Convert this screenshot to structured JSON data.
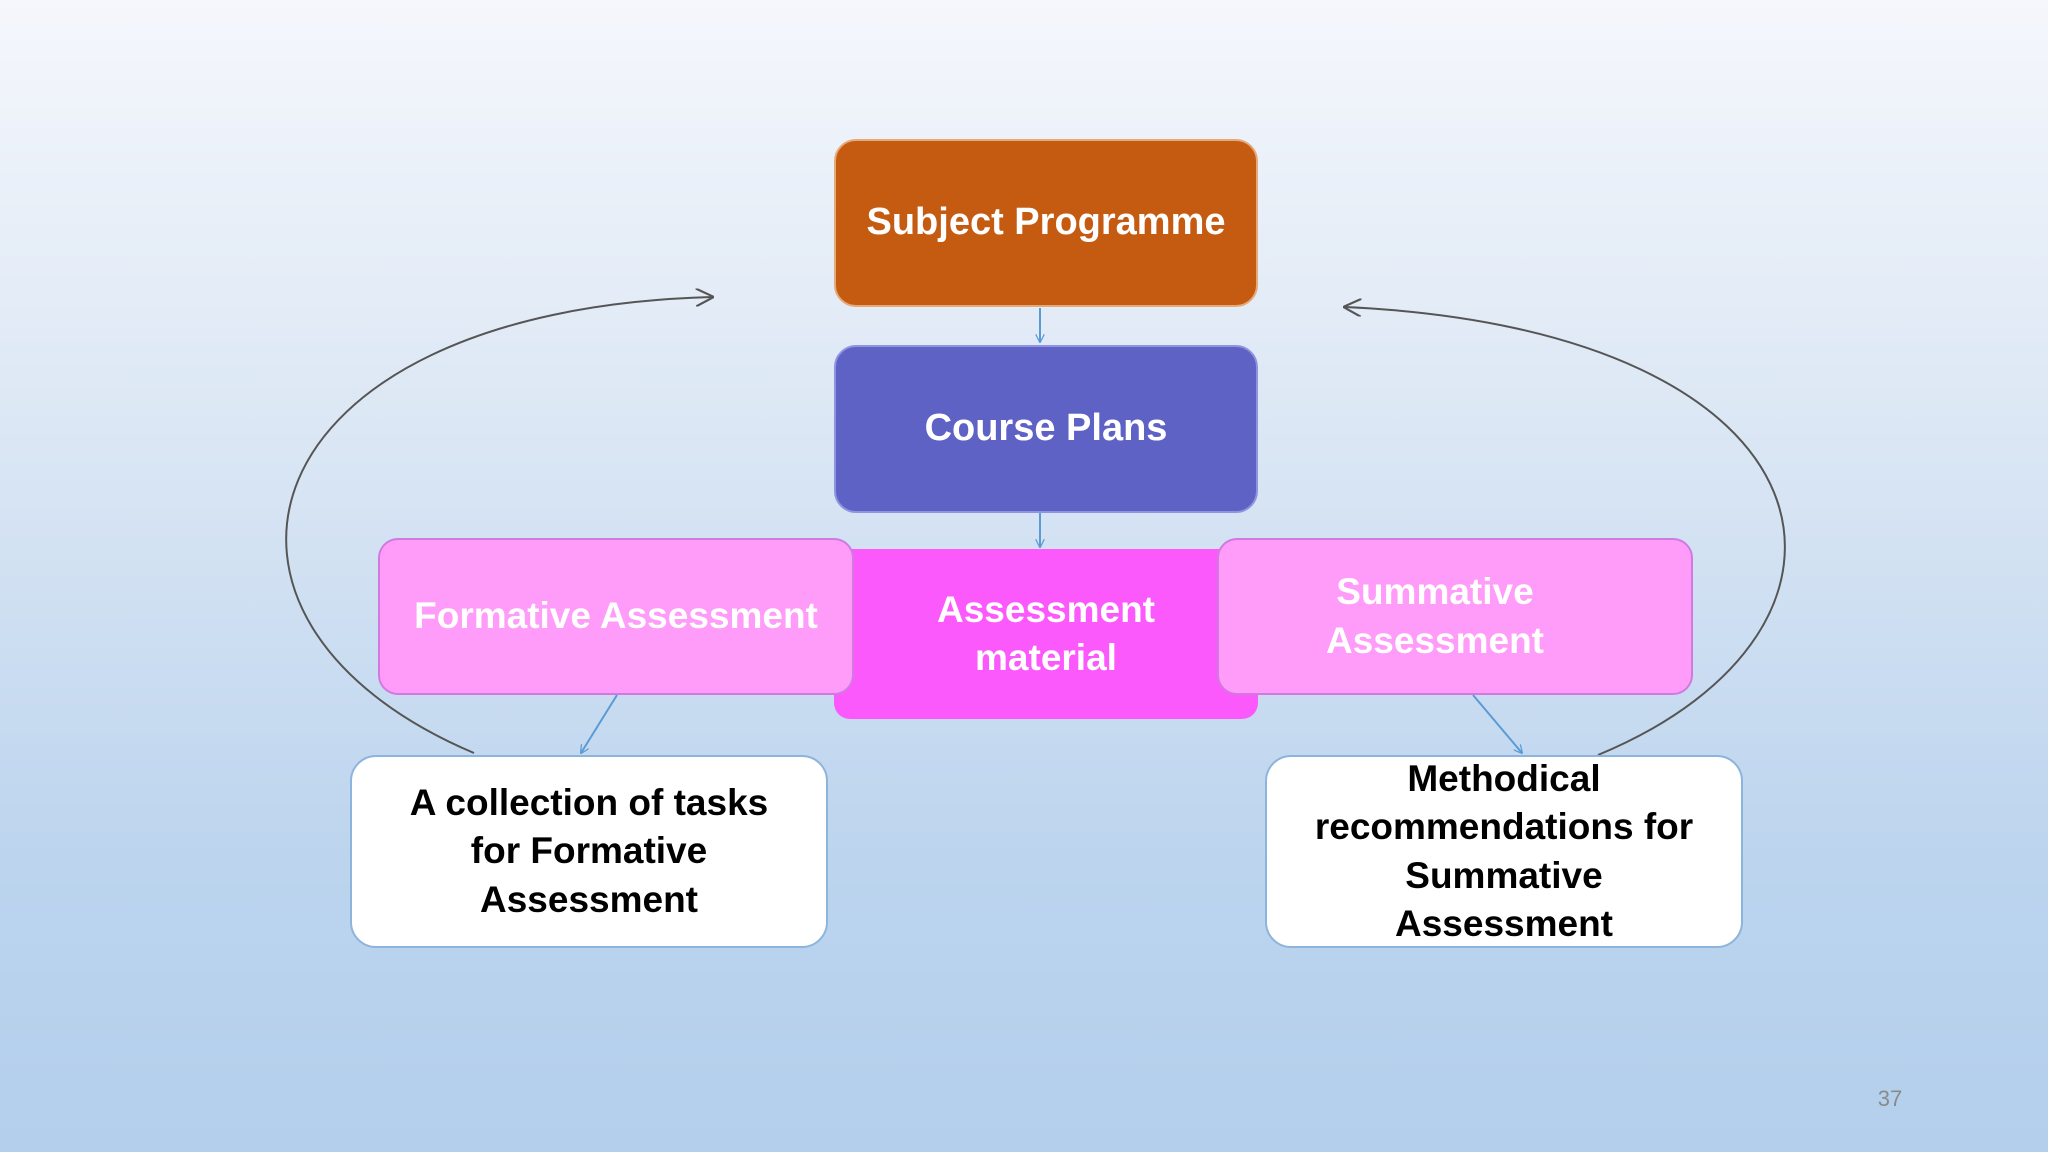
{
  "diagram": {
    "subject_programme": "Subject Programme",
    "course_plans": "Course Plans",
    "assessment_material": [
      "Assessment",
      "material"
    ],
    "formative_assessment": "Formative Assessment",
    "summative_assessment": [
      "Summative",
      "Assessment"
    ],
    "formative_tasks": [
      "A collection of tasks",
      "for Formative",
      "Assessment"
    ],
    "summative_recommendations": [
      "Methodical",
      "recommendations for",
      "Summative",
      "Assessment"
    ]
  },
  "slide_number": "37",
  "colors": {
    "subject_programme": "#c55a11",
    "course_plans": "#5f62c5",
    "assessment_material": "#fc59fc",
    "assessment_side": "#ff9bf8",
    "arrow_blue": "#5b9bd5",
    "arrow_gray": "#555555"
  }
}
